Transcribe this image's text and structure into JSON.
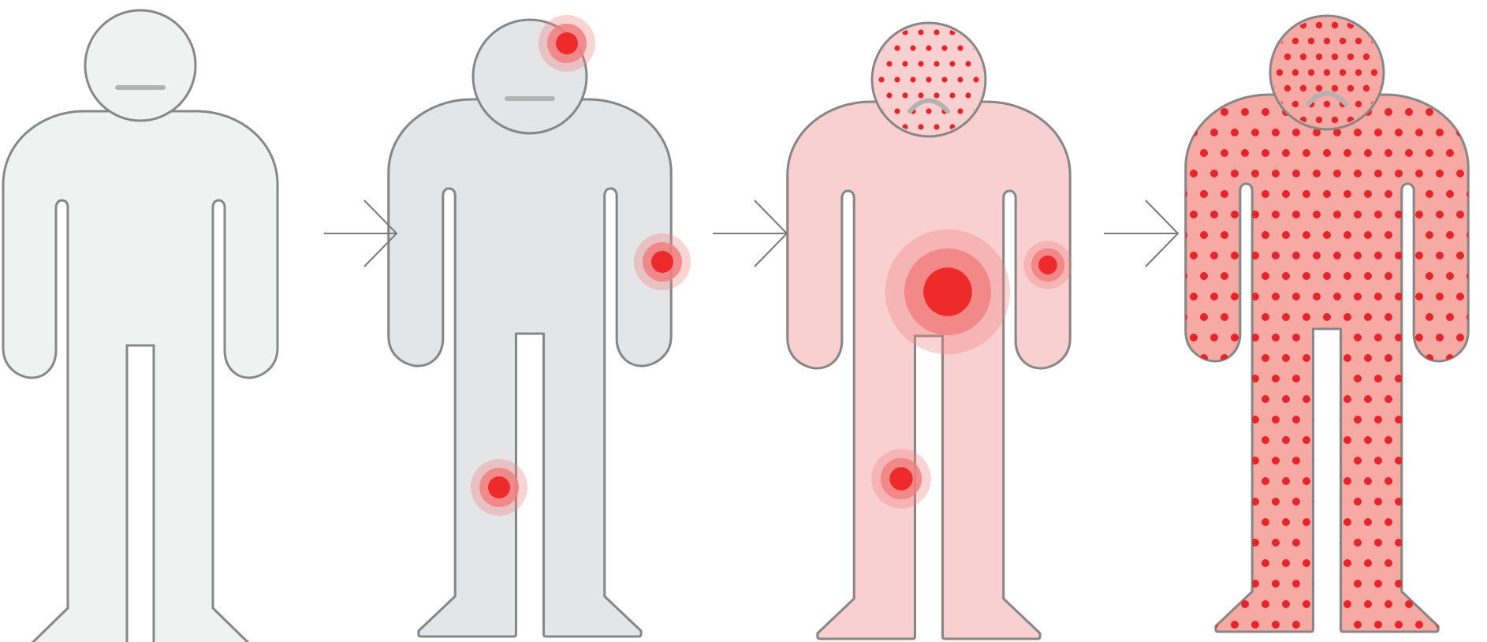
{
  "diagram": {
    "stages": [
      {
        "id": "stage-1",
        "state": "healthy",
        "expression": "neutral",
        "body_color": "#f0f1f1",
        "pain_spots": 0,
        "speckled": false
      },
      {
        "id": "stage-2",
        "state": "localized",
        "expression": "neutral",
        "body_color": "#e3e5e7",
        "pain_spots": 3,
        "speckled": false
      },
      {
        "id": "stage-3",
        "state": "spreading",
        "expression": "frown",
        "body_color": "#f9d0d0",
        "pain_spots": 3,
        "speckled": "head"
      },
      {
        "id": "stage-4",
        "state": "widespread",
        "expression": "frown",
        "body_color": "#f6aaa3",
        "pain_spots": 0,
        "speckled": "full"
      }
    ],
    "arrows": 3,
    "colors": {
      "outline": "#878787",
      "mouth": "#b3b3b3",
      "pain": "#ee2a2a",
      "pain_halo": "#f18080",
      "dot": "#e8242a",
      "arrow": "#7a7a7a"
    },
    "icons": [
      "human-figure-icon",
      "pain-spot-icon",
      "right-arrow-icon"
    ]
  }
}
